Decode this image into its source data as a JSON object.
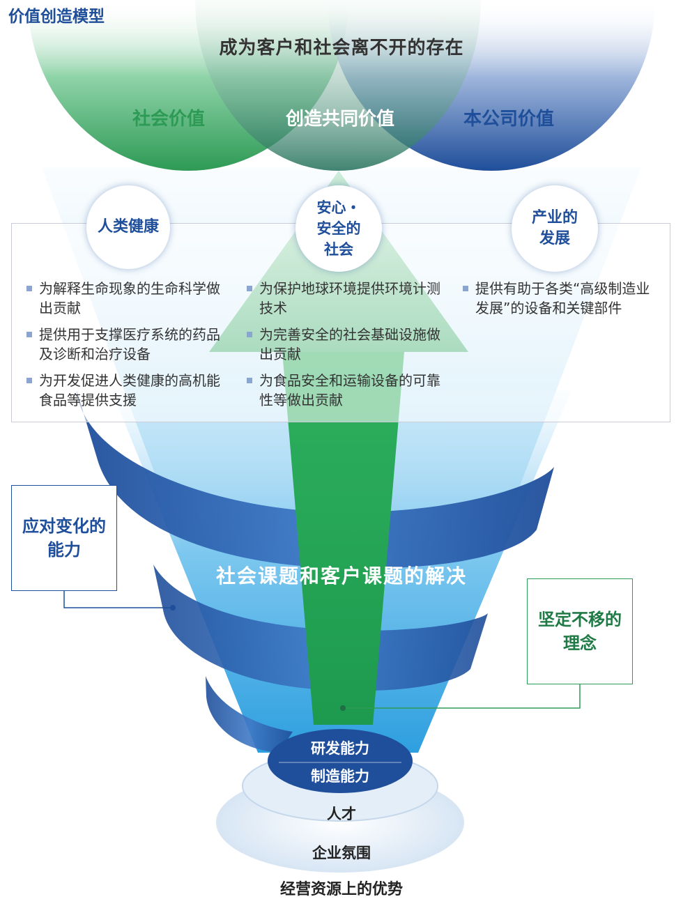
{
  "title": "价值创造模型",
  "top_banner": "成为客户和社会离不开的存在",
  "values": {
    "social": "社会价值",
    "shared": "创造共同价值",
    "company": "本公司价值"
  },
  "pillars": [
    {
      "heading_lines": [
        "人类健康"
      ],
      "items": [
        "为解释生命现象的生命科学做出贡献",
        "提供用于支撑医疗系统的药品及诊断和治疗设备",
        "为开发促进人类健康的高机能食品等提供支援"
      ]
    },
    {
      "heading_lines": [
        "安心・",
        "安全的",
        "社会"
      ],
      "items": [
        "为保护地球环境提供环境计测技术",
        "为完善安全的社会基础设施做出贡献",
        "为食品安全和运输设备的可靠性等做出贡献"
      ]
    },
    {
      "heading_lines": [
        "产业的",
        "发展"
      ],
      "items": [
        "提供有助于各类“高级制造业发展”的设备和关键部件"
      ]
    }
  ],
  "left_box": "应对变化的能力",
  "right_box": "坚定不移的理念",
  "center_label": "社会课题和客户课题的解决",
  "core": {
    "rd": "研发能力",
    "manufacturing": "制造能力",
    "talent": "人才",
    "culture": "企业氛围"
  },
  "bottom_label": "经营资源上的优势",
  "colors": {
    "brand_blue": "#1f4e9a",
    "green": "#2d9a55",
    "sky_blue": "#3aa6e3"
  }
}
